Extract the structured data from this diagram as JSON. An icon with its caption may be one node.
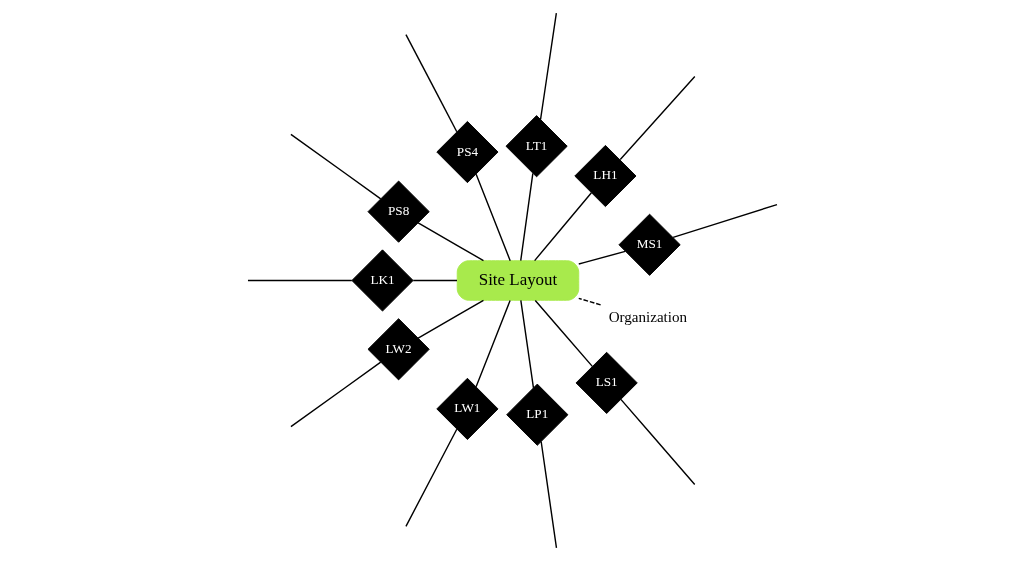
{
  "diagram": {
    "nodes": [
      {
        "text": [
          "Site Layout"
        ]
      },
      {
        "text": [
          "Organization"
        ]
      },
      {
        "text": [
          "MS1"
        ]
      },
      {
        "text": [
          "LH1"
        ]
      },
      {
        "text": [
          "LT1"
        ]
      },
      {
        "text": [
          "PS4"
        ]
      },
      {
        "text": [
          "PS8"
        ]
      },
      {
        "text": [
          "LK1"
        ]
      },
      {
        "text": [
          "LW2"
        ]
      },
      {
        "text": [
          "LW1"
        ]
      },
      {
        "text": [
          "LP1"
        ]
      },
      {
        "text": [
          "LS1"
        ]
      }
    ],
    "edges": [
      {
        "from": 1,
        "to": 0,
        "arrow": "none",
        "style": "dashed"
      },
      {
        "from": 0,
        "to": 2,
        "arrow": "none"
      },
      {
        "from": 2,
        "to": null,
        "arrow": "none"
      },
      {
        "from": 0,
        "to": 3,
        "arrow": "none"
      },
      {
        "from": 3,
        "to": null,
        "arrow": "none"
      },
      {
        "from": 0,
        "to": 4,
        "arrow": "none"
      },
      {
        "from": 4,
        "to": null,
        "arrow": "none"
      },
      {
        "from": 0,
        "to": 5,
        "arrow": "none"
      },
      {
        "from": 5,
        "to": null,
        "arrow": "none"
      },
      {
        "from": 0,
        "to": 6,
        "arrow": "none"
      },
      {
        "from": 6,
        "to": null,
        "arrow": "none"
      },
      {
        "from": 0,
        "to": 7,
        "arrow": "none"
      },
      {
        "from": 7,
        "to": null,
        "arrow": "none"
      },
      {
        "from": 0,
        "to": 8,
        "arrow": "none"
      },
      {
        "from": 8,
        "to": null,
        "arrow": "none"
      },
      {
        "from": 0,
        "to": 9,
        "arrow": "none"
      },
      {
        "from": 9,
        "to": null,
        "arrow": "none"
      },
      {
        "from": 0,
        "to": 10,
        "arrow": "none"
      },
      {
        "from": 10,
        "to": null,
        "arrow": "none"
      },
      {
        "from": 0,
        "to": 11,
        "arrow": "none"
      },
      {
        "from": 11,
        "to": null,
        "arrow": "none"
      }
    ]
  }
}
